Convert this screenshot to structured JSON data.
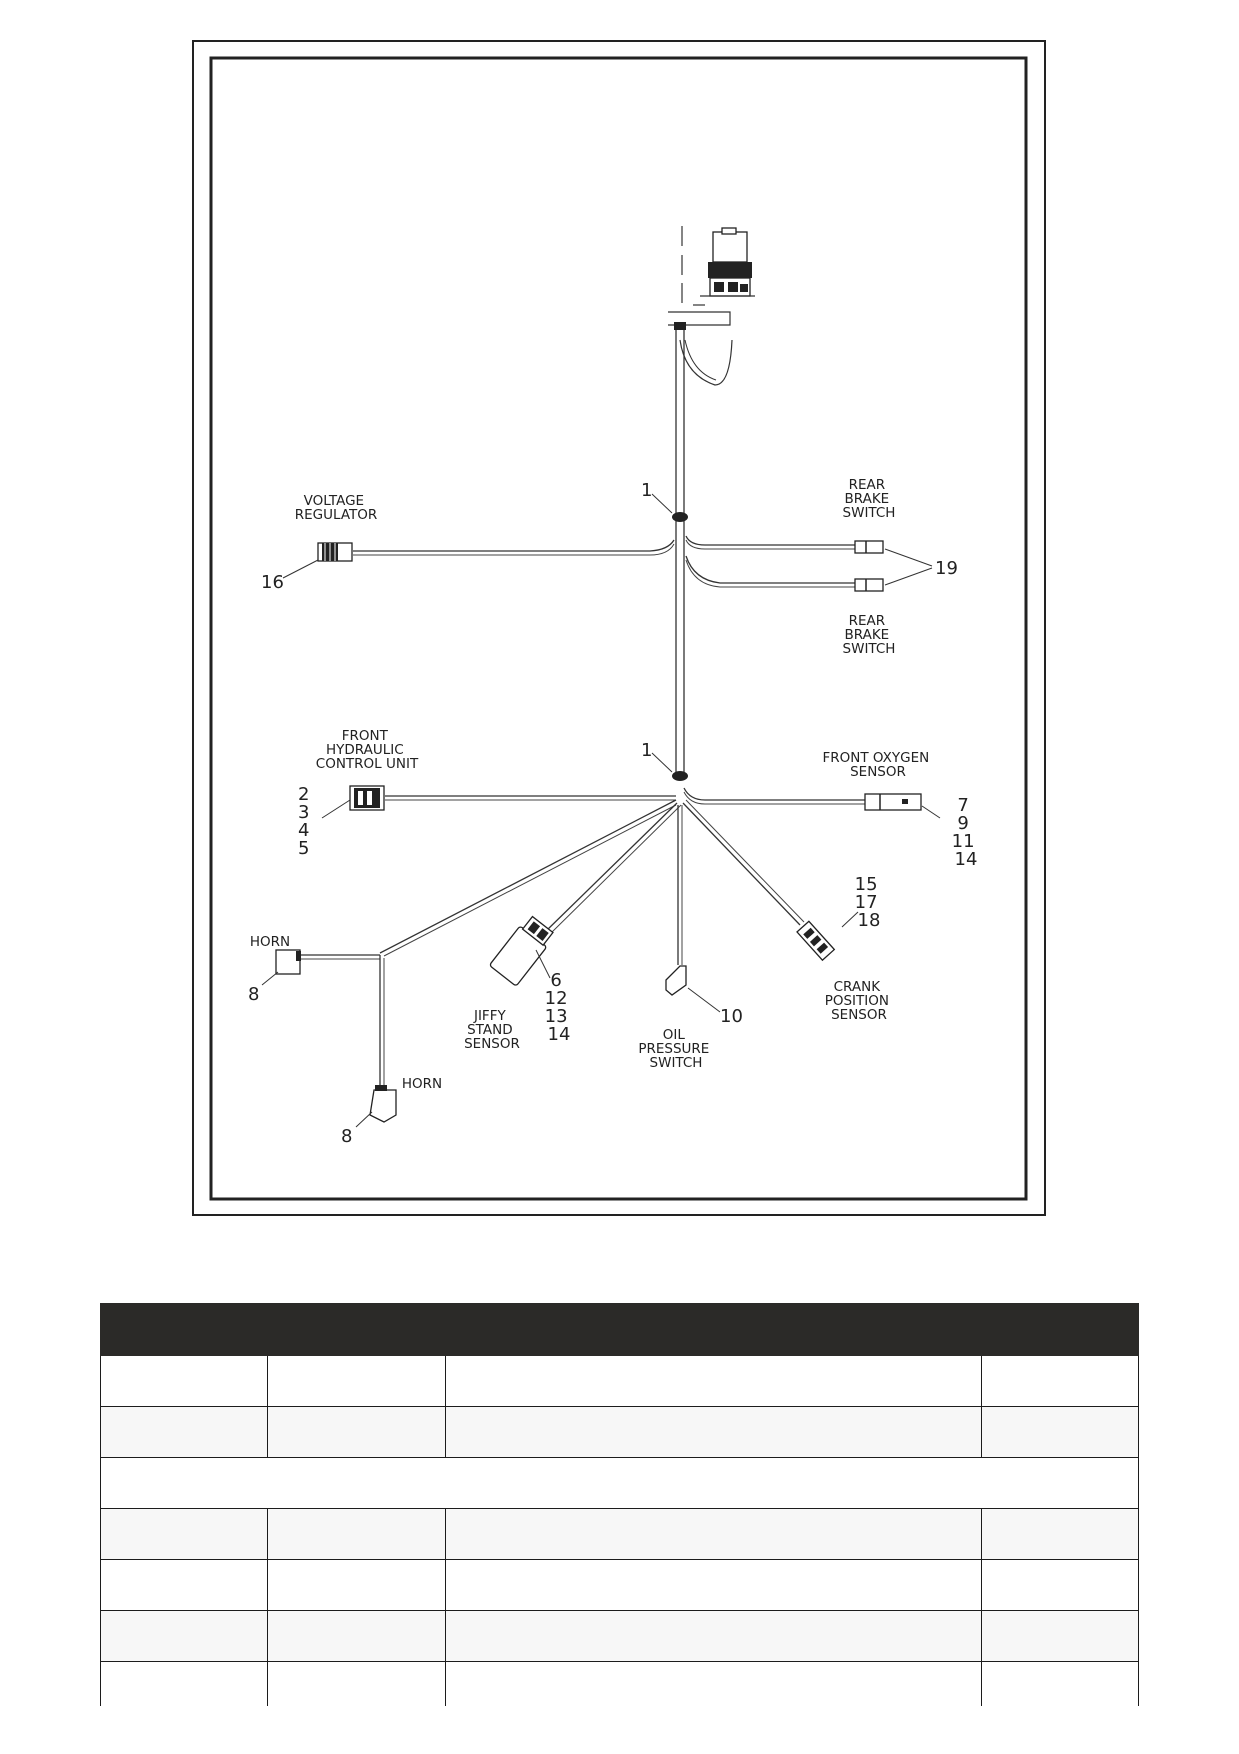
{
  "diagram": {
    "labels": {
      "voltage_regulator": [
        "VOLTAGE",
        "REGULATOR"
      ],
      "rear_brake_switch_top": [
        "REAR",
        "BRAKE",
        "SWITCH"
      ],
      "rear_brake_switch_bottom": [
        "REAR",
        "BRAKE",
        "SWITCH"
      ],
      "front_hydraulic_control_unit": [
        "FRONT",
        "HYDRAULIC",
        "CONTROL UNIT"
      ],
      "front_oxygen_sensor": [
        "FRONT OXYGEN",
        "SENSOR"
      ],
      "horn_top": "HORN",
      "horn_bottom": "HORN",
      "jiffy_stand_sensor": [
        "JIFFY",
        "STAND",
        "SENSOR"
      ],
      "oil_pressure_switch": [
        "OIL",
        "PRESSURE",
        "SWITCH"
      ],
      "crank_position_sensor": [
        "CRANK",
        "POSITION",
        "SENSOR"
      ]
    },
    "callouts": {
      "clip_upper": "1",
      "clip_lower": "1",
      "voltage_regulator": "16",
      "rear_brake_switch": "19",
      "front_hcu": [
        "2",
        "3",
        "4",
        "5"
      ],
      "front_oxygen_sensor": [
        "7",
        "9",
        "11",
        "14"
      ],
      "crank_position_sensor": [
        "15",
        "17",
        "18"
      ],
      "horn_top": "8",
      "horn_bottom": "8",
      "jiffy_stand_sensor": [
        "6",
        "12",
        "13",
        "14"
      ],
      "oil_pressure_switch": "10"
    }
  },
  "table": {
    "header": [
      "",
      "",
      "",
      ""
    ],
    "rows": [
      [
        "",
        "",
        "",
        ""
      ],
      [
        "",
        "",
        "",
        ""
      ],
      [
        "",
        "",
        "",
        ""
      ],
      [
        "",
        "",
        "",
        ""
      ],
      [
        "",
        "",
        "",
        ""
      ],
      [
        "",
        "",
        "",
        ""
      ]
    ],
    "section_row": ""
  }
}
